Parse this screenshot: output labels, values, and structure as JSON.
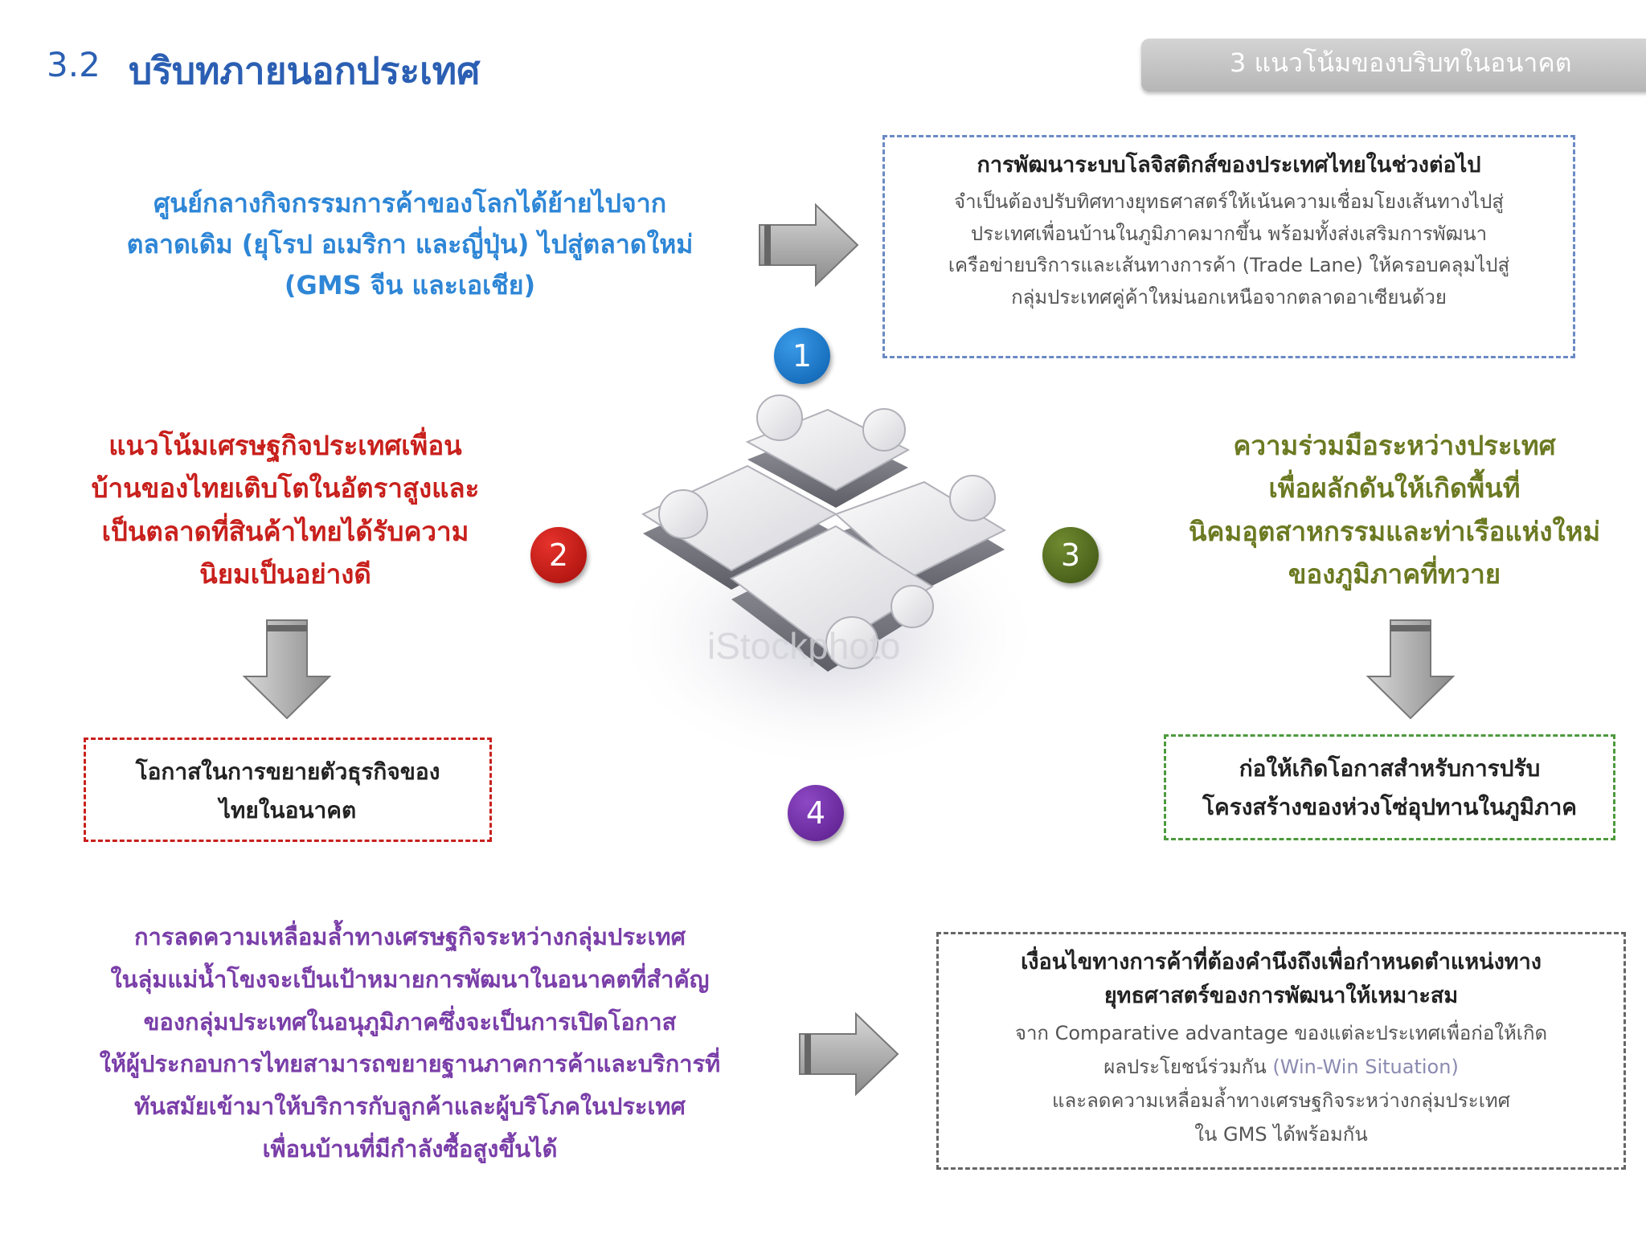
{
  "header": {
    "section_number": "3.2",
    "section_title": "บริบทภายนอกประเทศ",
    "tab_label": "3 แนวโน้มของบริบทในอนาคต"
  },
  "item1": {
    "number": "1",
    "text": [
      "ศูนย์กลางกิจกรรมการค้าของโลกได้ย้ายไปจาก",
      "ตลาดเดิม (ยุโรป อเมริกา และญี่ปุ่น) ไปสู่ตลาดใหม่",
      "(GMS จีน และเอเชีย)"
    ],
    "box_title": "การพัฒนาระบบโลจิสติกส์ของประเทศไทยในช่วงต่อไป",
    "box_body": [
      "จำเป็นต้องปรับทิศทางยุทธศาสตร์ให้เน้นความเชื่อมโยงเส้นทางไปสู่",
      "ประเทศเพื่อนบ้านในภูมิภาคมากขึ้น พร้อมทั้งส่งเสริมการพัฒนา",
      "เครือข่ายบริการและเส้นทางการค้า (Trade Lane) ให้ครอบคลุมไปสู่",
      "กลุ่มประเทศคู่ค้าใหม่นอกเหนือจากตลาดอาเซียนด้วย"
    ]
  },
  "item2": {
    "number": "2",
    "text": [
      "แนวโน้มเศรษฐกิจประเทศเพื่อน",
      "บ้านของไทยเติบโตในอัตราสูงและ",
      "เป็นตลาดที่สินค้าไทยได้รับความ",
      "นิยมเป็นอย่างดี"
    ],
    "box": [
      "โอกาสในการขยายตัวธุรกิจของ",
      "ไทยในอนาคต"
    ]
  },
  "item3": {
    "number": "3",
    "text": [
      "ความร่วมมือระหว่างประเทศ",
      "เพื่อผลักดันให้เกิดพื้นที่",
      "นิคมอุตสาหกรรมและท่าเรือแห่งใหม่",
      "ของภูมิภาคที่ทวาย"
    ],
    "box": [
      "ก่อให้เกิดโอกาสสำหรับการปรับ",
      "โครงสร้างของห่วงโซ่อุปทานในภูมิภาค"
    ]
  },
  "item4": {
    "number": "4",
    "text": [
      "การลดความเหลื่อมล้ำทางเศรษฐกิจระหว่างกลุ่มประเทศ",
      "ในลุ่มแม่น้ำโขงจะเป็นเป้าหมายการพัฒนาในอนาคตที่สำคัญ",
      "ของกลุ่มประเทศในอนุภูมิภาคซึ่งจะเป็นการเปิดโอกาส",
      "ให้ผู้ประกอบการไทยสามารถขยายฐานภาคการค้าและบริการที่",
      "ทันสมัยเข้ามาให้บริการกับลูกค้าและผู้บริโภคในประเทศ",
      "เพื่อนบ้านที่มีกำลังซื้อสูงขึ้นได้"
    ],
    "box_title": [
      "เงื่อนไขทางการค้าที่ต้องคำนึงถึงเพื่อกำหนดตำแหน่งทาง",
      "ยุทธศาสตร์ของการพัฒนาให้เหมาะสม"
    ],
    "box_body_1": "จาก Comparative advantage ของแต่ละประเทศเพื่อก่อให้เกิด",
    "box_body_2": "ผลประโยชน์ร่วมกัน",
    "box_body_2b": "(Win-Win Situation)",
    "box_body_3": "และลดความเหลื่อมล้ำทางเศรษฐกิจระหว่างกลุ่มประเทศ",
    "box_body_4": "ใน GMS ได้พร้อมกัน"
  },
  "image": {
    "watermark": "iStockphoto"
  }
}
